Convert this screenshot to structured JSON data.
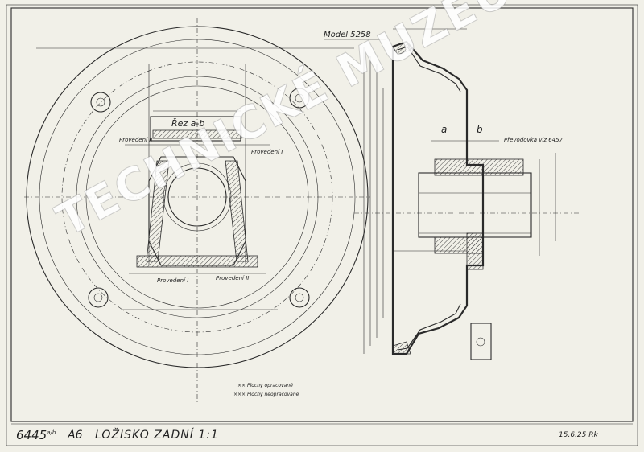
{
  "drawing": {
    "number": "6445",
    "number_suffix": "a/b",
    "size": "A6",
    "title": "LOŽISKO ZADNÍ 1:1",
    "date": "15.6.25",
    "initials": "Rk"
  },
  "labels": {
    "model": "Model 5258",
    "section": "Řez a-b",
    "variant_top_left": "Provedení II",
    "variant_top_right": "Provedení I",
    "variant_bottom_left": "Provedení I",
    "variant_bottom_right": "Provedení II",
    "section_mark_a": "a",
    "section_mark_b": "b",
    "right_note": "Převodovka viz 6457",
    "note_1": "×× Plochy opracované",
    "note_2": "××× Plochy neopracované"
  },
  "watermark": "TECHNICKÉ MUZEUM V BRNĚ"
}
